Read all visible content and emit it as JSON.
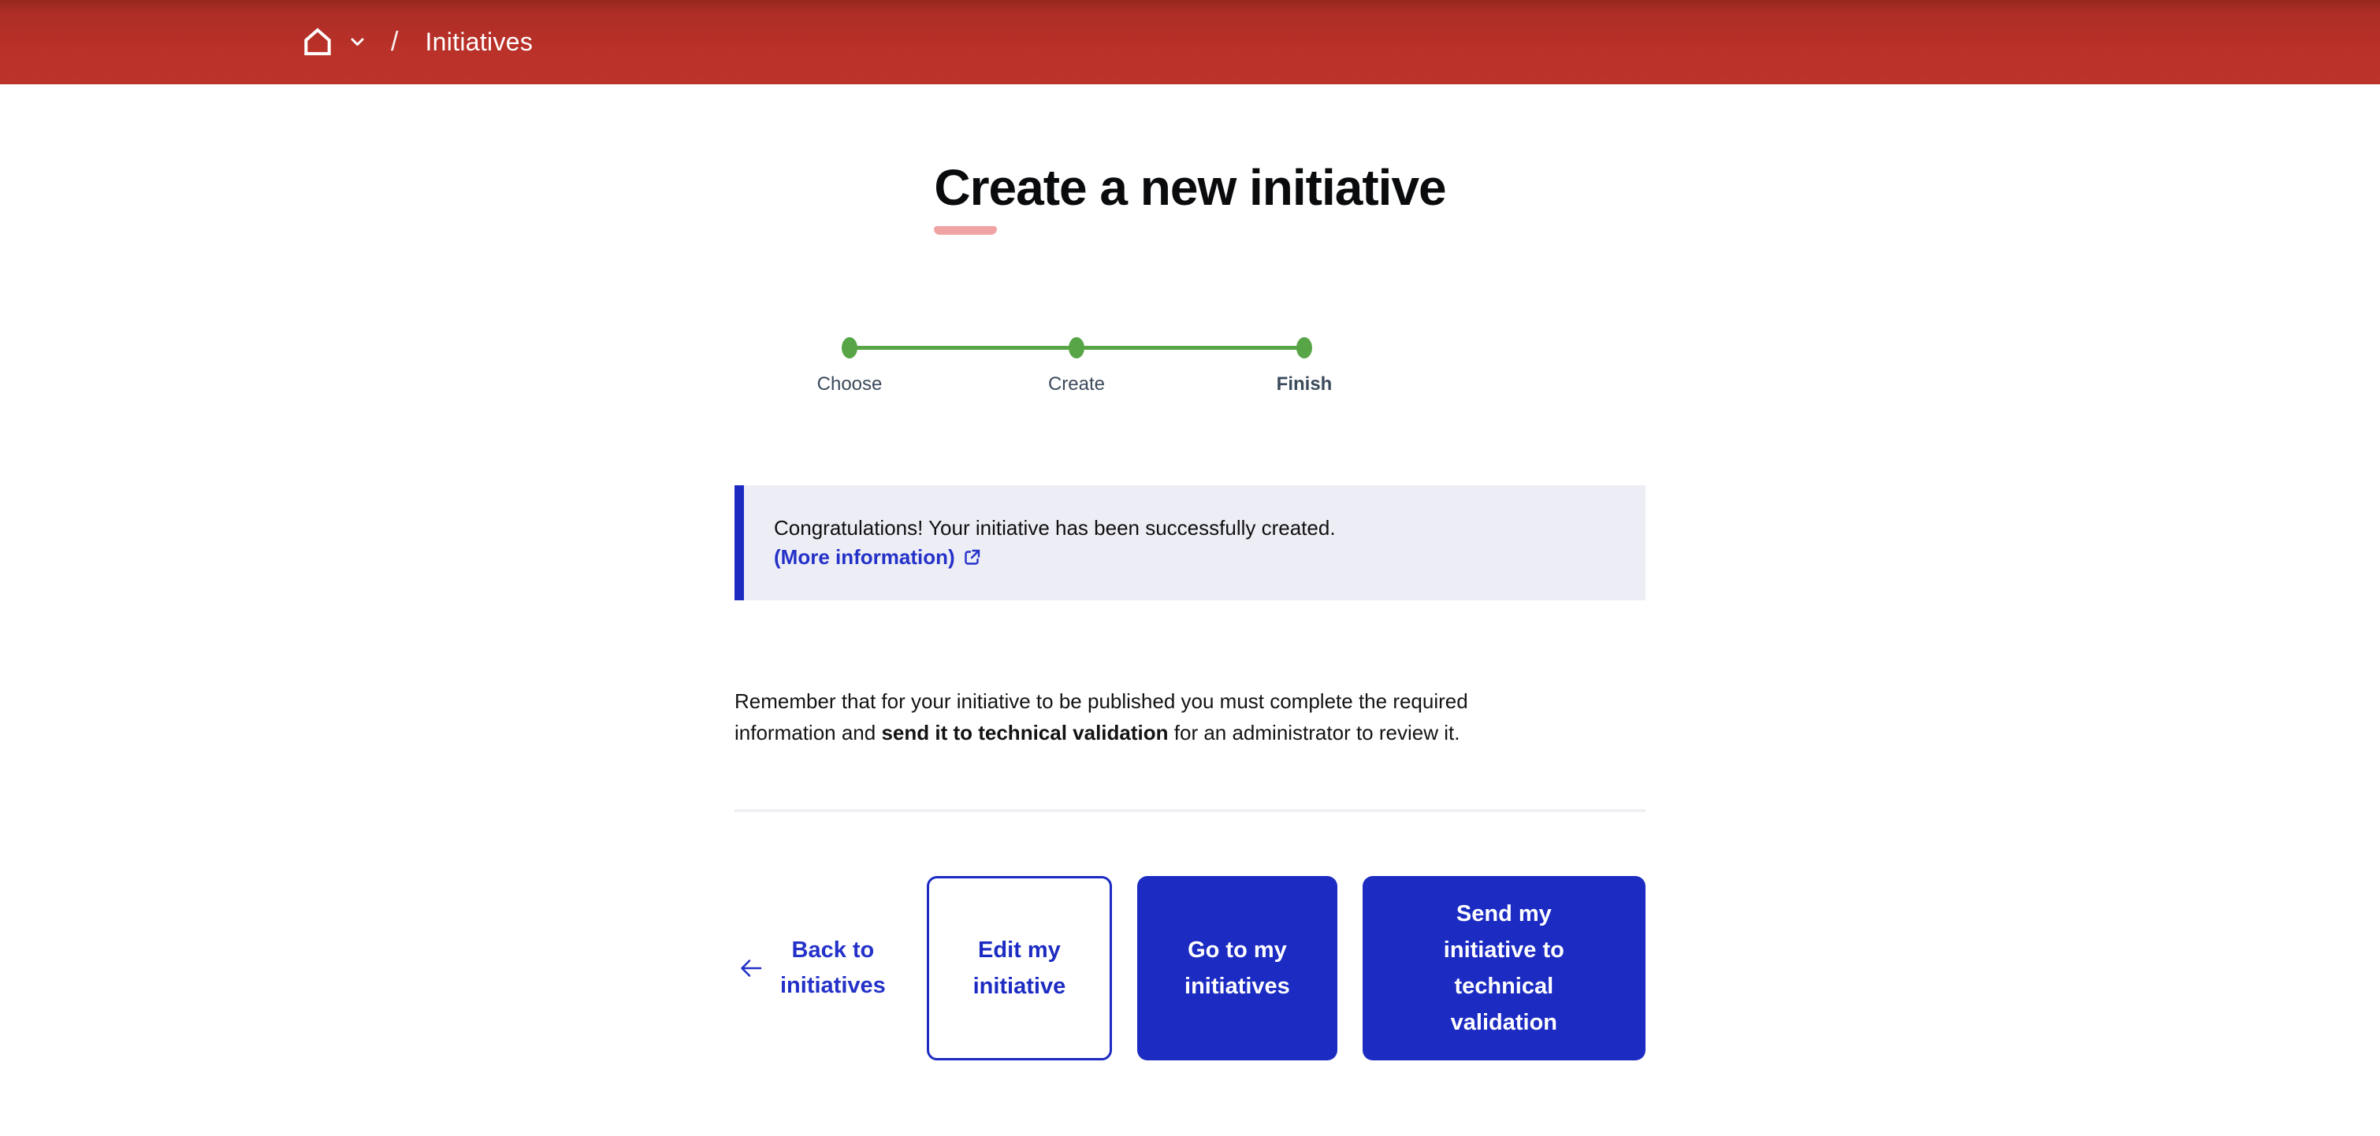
{
  "colors": {
    "header_red": "#b5302a",
    "primary_blue": "#1c2bc2",
    "link_blue": "#2431c8",
    "success_green": "#57a546",
    "title_underline_pink": "#f0a3a3",
    "alert_background": "#ededf6",
    "step_label_color": "#3b4a5b",
    "divider_gray": "#eef0f4"
  },
  "breadcrumb": {
    "home_icon": "home-icon",
    "dropdown_icon": "chevron-down-icon",
    "separator": "/",
    "current": "Initiatives"
  },
  "page": {
    "title": "Create a new initiative"
  },
  "stepper": {
    "steps": [
      {
        "label": "Choose",
        "state": "done"
      },
      {
        "label": "Create",
        "state": "done"
      },
      {
        "label": "Finish",
        "state": "current"
      }
    ]
  },
  "alert": {
    "message": "Congratulations! Your initiative has been successfully created.",
    "link_label": "(More information)",
    "link_icon": "external-link-icon"
  },
  "reminder": {
    "line1": "Remember that for your initiative to be published you must complete the required",
    "line2_pre": "information and ",
    "line2_bold": "send it to technical validation",
    "line2_post": " for an administrator to review it."
  },
  "actions": {
    "back_icon": "arrow-left-icon",
    "back_label": "Back to\ninitiatives",
    "edit_label": "Edit my\ninitiative",
    "goto_label": "Go to my\ninitiatives",
    "send_label": "Send my\ninitiative to\ntechnical\nvalidation"
  }
}
